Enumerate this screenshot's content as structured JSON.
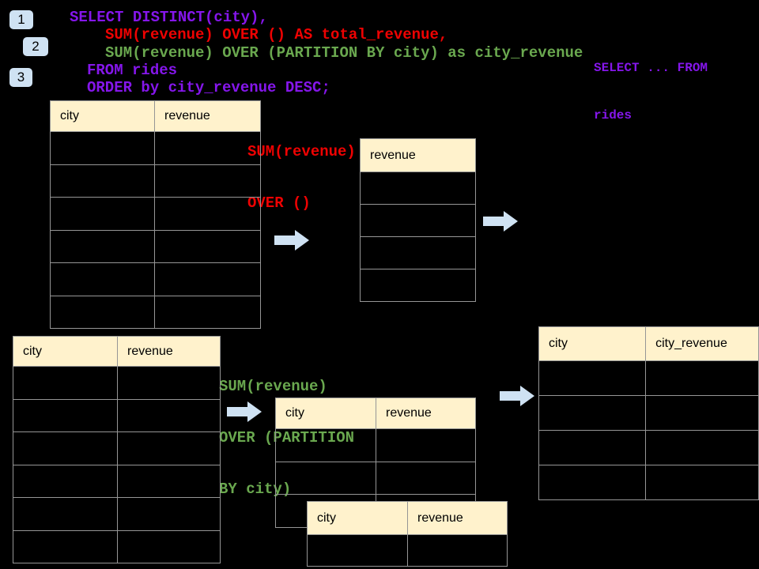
{
  "badges": [
    {
      "label": "1"
    },
    {
      "label": "2"
    },
    {
      "label": "3"
    }
  ],
  "code": {
    "lines": [
      {
        "text": "SELECT DISTINCT(city),",
        "color": "purple"
      },
      {
        "text": "SUM(revenue) OVER () AS total_revenue,",
        "color": "red"
      },
      {
        "text": "SUM(revenue) OVER (PARTITION BY city) as city_revenue",
        "color": "green"
      },
      {
        "text": "FROM rides",
        "color": "purple"
      },
      {
        "text": "ORDER by city_revenue DESC;",
        "color": "purple"
      }
    ]
  },
  "side_note": {
    "lines": [
      "SELECT ... FROM",
      "rides"
    ],
    "color": "purple"
  },
  "annotations": {
    "total_revenue": {
      "lines": [
        "SUM(revenue)",
        "OVER ()"
      ],
      "color": "red"
    },
    "partition": {
      "lines": [
        "SUM(revenue)",
        "OVER (PARTITION",
        "BY city)"
      ],
      "color": "green"
    }
  },
  "tables": {
    "source_top": {
      "columns": [
        "city",
        "revenue"
      ],
      "empty_rows": 6
    },
    "total_revenue": {
      "columns": [
        "revenue"
      ],
      "empty_rows": 4
    },
    "source_bottom": {
      "columns": [
        "city",
        "revenue"
      ],
      "empty_rows": 6
    },
    "partition_step_a": {
      "columns": [
        "city",
        "revenue"
      ],
      "empty_rows": 3
    },
    "partition_step_b": {
      "columns": [
        "city",
        "revenue"
      ],
      "empty_rows": 1
    },
    "result": {
      "columns": [
        "city",
        "city_revenue"
      ],
      "empty_rows": 4
    }
  },
  "icons": {
    "arrow_right": "right-pointing block arrow"
  },
  "colors": {
    "purple": "#8516EB",
    "red": "#EE0202",
    "green": "#6AA84F",
    "accent_blue": "#CFE2F3",
    "header_fill": "#FFF2CC",
    "table_border": "#969696",
    "background": "#000000"
  }
}
